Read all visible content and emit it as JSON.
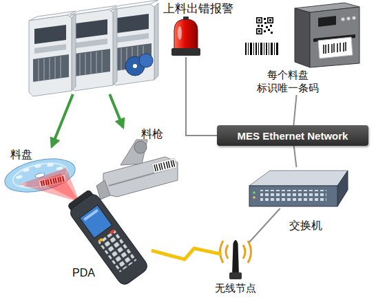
{
  "diagram": {
    "nodes": [
      {
        "text": []
      },
      {
        "text": [
          "上料出错报警"
        ]
      },
      {
        "text": [
          "每个料盘 标识唯一条码"
        ]
      },
      {
        "text": [
          "料盘"
        ]
      },
      {
        "text": [
          "料枪"
        ]
      },
      {
        "text": [
          "MES Ethernet Network"
        ]
      },
      {
        "text": [
          "交换机"
        ]
      },
      {
        "text": [
          "PDA"
        ]
      },
      {
        "text": [
          "无线节点"
        ]
      }
    ],
    "edges": [
      {
        "from": 0,
        "to": 3,
        "arrow": "to"
      },
      {
        "from": 0,
        "to": 4,
        "arrow": "to"
      },
      {
        "from": 1,
        "to": 5,
        "arrow": "none"
      },
      {
        "from": 2,
        "to": 5,
        "arrow": "none"
      },
      {
        "from": 5,
        "to": 6,
        "arrow": "none"
      },
      {
        "from": 6,
        "to": 8,
        "arrow": "none"
      },
      {
        "from": 8,
        "to": 7,
        "arrow": "none"
      }
    ]
  }
}
